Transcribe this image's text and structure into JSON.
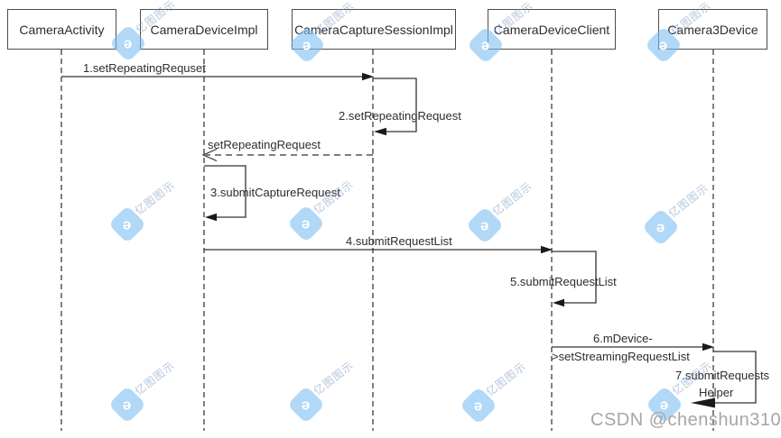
{
  "diagram": {
    "actors": [
      {
        "name": "CameraActivity"
      },
      {
        "name": "CameraDeviceImpl"
      },
      {
        "name": "CameraCaptureSessionImpl"
      },
      {
        "name": "CameraDeviceClient"
      },
      {
        "name": "Camera3Device"
      }
    ],
    "messages": {
      "m1": "1.setRepeatingRequset",
      "m2": "2.setRepeatingRequest",
      "m3": "setRepeatingRequest",
      "m4": "3.submitCaptureRequest",
      "m5": "4.submitRequestList",
      "m6": "5.submitRequestList",
      "m7_line1": "6.mDevice-",
      "m7_line2": ">setStreamingRequestList",
      "m8_line1": "7.submitRequests",
      "m8_line2": "Helper"
    },
    "watermark_text": "亿图图示",
    "watermark_glyph": "ə",
    "credit": "CSDN @chenshun310"
  },
  "colors": {
    "line": "#333333",
    "lifeline": "#4b4b4b",
    "box_border": "#4d4d4d",
    "watermark_blue": "#7dbef2",
    "credit_gray": "#a6a6a8"
  }
}
